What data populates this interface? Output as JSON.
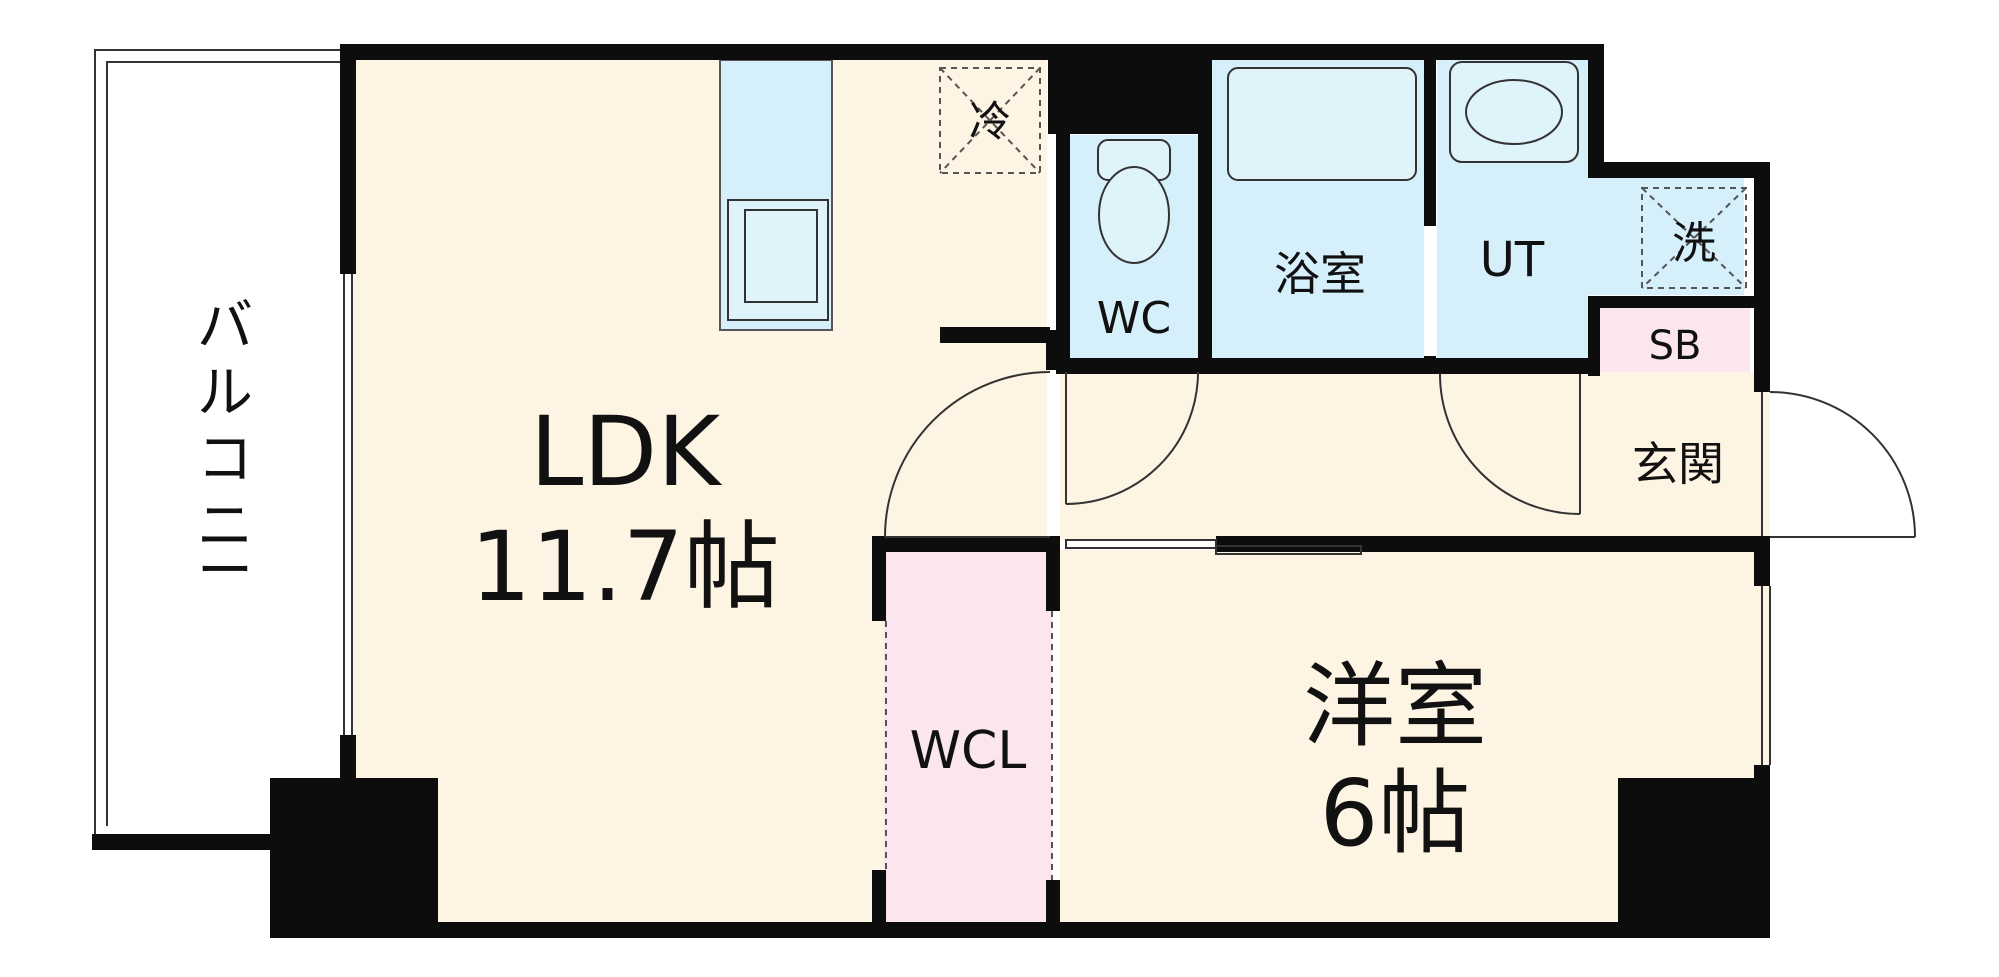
{
  "colors": {
    "ldk_floor": "#fdf4e3",
    "wet_area": "#d6f0fb",
    "closet": "#fbe6ef",
    "shoe_box": "#fbe6ef",
    "wall": "#0d0d0d"
  },
  "rooms": {
    "balcony": "バルコニー",
    "ldk_name": "LDK",
    "ldk_size": "11.7帖",
    "fridge": "冷",
    "wc": "WC",
    "bath": "浴室",
    "ut": "UT",
    "washer": "洗",
    "shoe_box": "SB",
    "entrance": "玄関",
    "walk_in_closet": "WCL",
    "western_room_name": "洋室",
    "western_room_size": "6帖"
  }
}
